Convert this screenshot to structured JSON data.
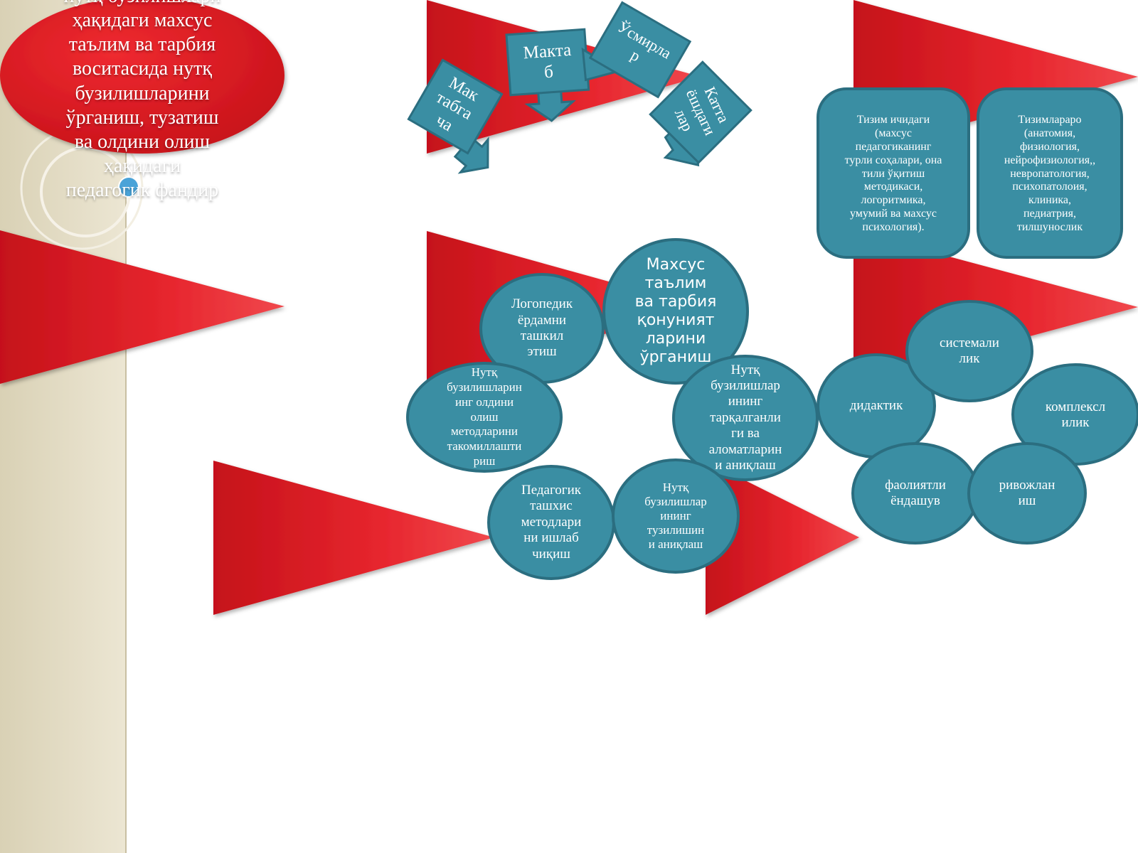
{
  "colors": {
    "teal": "#3a8ea3",
    "teal_border": "#2b6e80",
    "red": "#d8141c",
    "red_light": "#ef3a40",
    "beige": "#e2dbc4",
    "title_ellipse": "#d81820"
  },
  "title": {
    "text": "нутқ бузилишлари\nҳақидаги махсус\nтаълим ва тарбия\nвоситасида нутқ\nбузилишларини\nўрганиш, тузатиш\nва олдини олиш\nҳақидаги\nпедагогик фандир"
  },
  "top_group": {
    "boxes": [
      {
        "text": "Мак\nтабга\nча"
      },
      {
        "text": "Макта\nб"
      },
      {
        "text": "Ўсмирла\nр"
      },
      {
        "text": "Катта\nёшдаги\nлар"
      }
    ]
  },
  "systems": {
    "items": [
      {
        "text": "Тизим ичидаги\n(махсус\nпедагогиканинг\nтурли соҳалари, она\nтили  ўқитиш\nметодикаси,\nлогоритмика,\nумумий ва махсус\nпсихология)."
      },
      {
        "text": "Тизимлараро\n(анатомия,\nфизиология,\nнейрофизиология,,\nневропатология,\nпсихопатолоия,\nклиника,\nпедиатрия,\nтилшунослик"
      }
    ]
  },
  "tasks": {
    "center": {
      "text": "Махсус\nтаълим\nва тарбия\nқонуният\nларини\nўрганиш"
    },
    "items": [
      {
        "text": "Логопедик\nёрдамни\nташкил\nэтиш"
      },
      {
        "text": "Нутқ\nбузилишларин\nинг олдини\nолиш\nметодларини\nтакомиллашти\nриш"
      },
      {
        "text": "Нутқ\nбузилишлар\nининг\nтарқалганли\nги ва\nаломатларин\nи аниқлаш"
      },
      {
        "text": "Педагогик\nташхис\nметодлари\nни ишлаб\nчиқиш"
      },
      {
        "text": "Нутқ\nбузилишлар\nининг\nтузилишин\nи аниқлаш"
      }
    ]
  },
  "principles": {
    "items": [
      {
        "text": "системали\nлик"
      },
      {
        "text": "дидактик"
      },
      {
        "text": "комплексл\nилик"
      },
      {
        "text": "фаолиятли\nёндашув"
      },
      {
        "text": "ривожлан\nиш"
      }
    ]
  }
}
